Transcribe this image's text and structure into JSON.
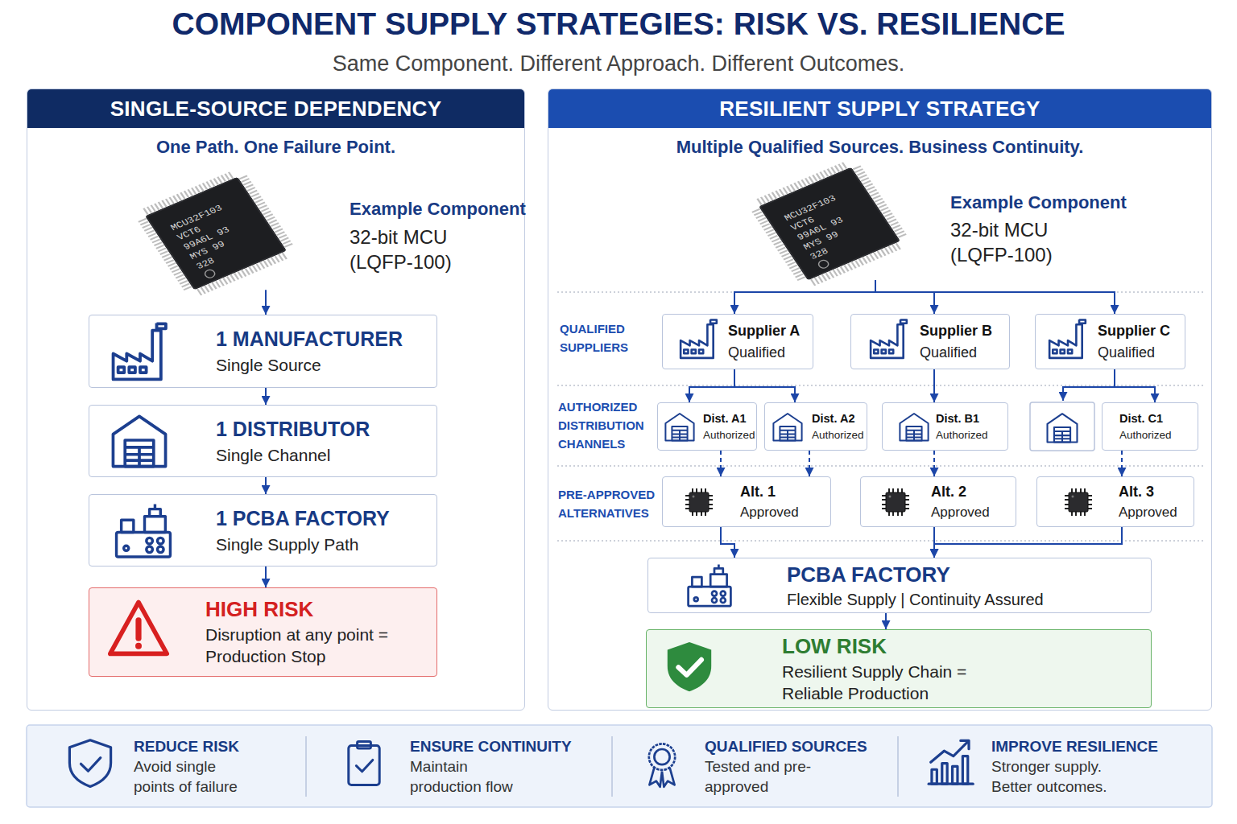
{
  "diagram": {
    "title": "COMPONENT SUPPLY STRATEGIES: RISK VS. RESILIENCE",
    "caption": "Same Component. Different Approach. Different Outcomes.",
    "nodes": [
      {
        "text": [
          "SINGLE-SOURCE DEPENDENCY",
          "One Path. One Failure Point."
        ]
      },
      {
        "text": [
          "MCU32F103 VCT6 99A6L 93 MYS 99 328"
        ],
        "in": 0
      },
      {
        "text": [
          "1 MANUFACTURER",
          "Single Source"
        ],
        "in": 0
      },
      {
        "text": [
          "1 DISTRIBUTOR",
          "Single Channel"
        ],
        "in": 0
      },
      {
        "text": [
          "1 PCBA FACTORY",
          "Single Supply Path"
        ],
        "in": 0
      },
      {
        "text": [
          "HIGH RISK",
          "Disruption at any point = Production Stop"
        ],
        "in": 0
      },
      {
        "text": [
          "RESILIENT SUPPLY STRATEGY",
          "Multiple Qualified Sources. Business Continuity."
        ]
      },
      {
        "text": [
          "MCU32F103 VCT6 99A6L 93 MYS 99 328"
        ],
        "in": 6
      },
      {
        "text": [
          "Supplier A",
          "Qualified"
        ],
        "in": 6
      },
      {
        "text": [
          "Supplier B",
          "Qualified"
        ],
        "in": 6
      },
      {
        "text": [
          "Supplier C",
          "Qualified"
        ],
        "in": 6
      },
      {
        "text": [
          "Dist. A1",
          "Authorized"
        ],
        "in": 6
      },
      {
        "text": [
          "Dist. A2",
          "Authorized"
        ],
        "in": 6
      },
      {
        "text": [
          "Dist. B1",
          "Authorized"
        ],
        "in": 6
      },
      {
        "text": [
          "Dist. C1",
          "Authorized"
        ],
        "in": 6
      },
      {
        "text": [
          "Alt. 1",
          "Approved"
        ],
        "in": 6
      },
      {
        "text": [
          "Alt. 2",
          "Approved"
        ],
        "in": 6
      },
      {
        "text": [
          "Alt. 3",
          "Approved"
        ],
        "in": 6
      },
      {
        "text": [
          "PCBA FACTORY",
          "Flexible Supply | Continuity Assured"
        ],
        "in": 6
      },
      {
        "text": [
          "LOW RISK",
          "Resilient Supply Chain = Reliable Production"
        ],
        "in": 6
      },
      {
        "text": [
          "REDUCE RISK",
          "Avoid single points of failure"
        ]
      },
      {
        "text": [
          "ENSURE CONTINUITY",
          "Maintain production flow"
        ]
      },
      {
        "text": [
          "QUALIFIED SOURCES",
          "Tested and pre-approved"
        ]
      },
      {
        "text": [
          "IMPROVE RESILIENCE",
          "Stronger supply. Better outcomes."
        ]
      }
    ],
    "edges": [
      {
        "from": 1,
        "to": 2,
        "arrow": "to"
      },
      {
        "from": 2,
        "to": 3,
        "arrow": "to"
      },
      {
        "from": 3,
        "to": 4,
        "arrow": "to"
      },
      {
        "from": 4,
        "to": 5,
        "arrow": "to"
      },
      {
        "from": 7,
        "to": 8,
        "arrow": "to"
      },
      {
        "from": 7,
        "to": 9,
        "arrow": "to"
      },
      {
        "from": 7,
        "to": 10,
        "arrow": "to"
      },
      {
        "from": 8,
        "to": 11,
        "arrow": "to"
      },
      {
        "from": 8,
        "to": 12,
        "arrow": "to"
      },
      {
        "from": 9,
        "to": 13,
        "arrow": "to"
      },
      {
        "from": 10,
        "to": 14,
        "arrow": "to"
      },
      {
        "from": 11,
        "to": 15,
        "arrow": "to"
      },
      {
        "from": 12,
        "to": 15,
        "arrow": "to"
      },
      {
        "from": 13,
        "to": 16,
        "arrow": "to"
      },
      {
        "from": 14,
        "to": 17,
        "arrow": "to"
      },
      {
        "from": 15,
        "to": 18,
        "arrow": "to"
      },
      {
        "from": 16,
        "to": 18,
        "arrow": "to"
      },
      {
        "from": 17,
        "to": 18,
        "arrow": "to"
      },
      {
        "from": 18,
        "to": 19,
        "arrow": "to"
      }
    ],
    "labels": [
      "Example Component",
      "32-bit MCU (LQFP-100)",
      "Example Component",
      "32-bit MCU (LQFP-100)",
      "QUALIFIED SUPPLIERS",
      "AUTHORIZED DISTRIBUTION CHANNELS",
      "PRE-APPROVED ALTERNATIVES"
    ]
  }
}
